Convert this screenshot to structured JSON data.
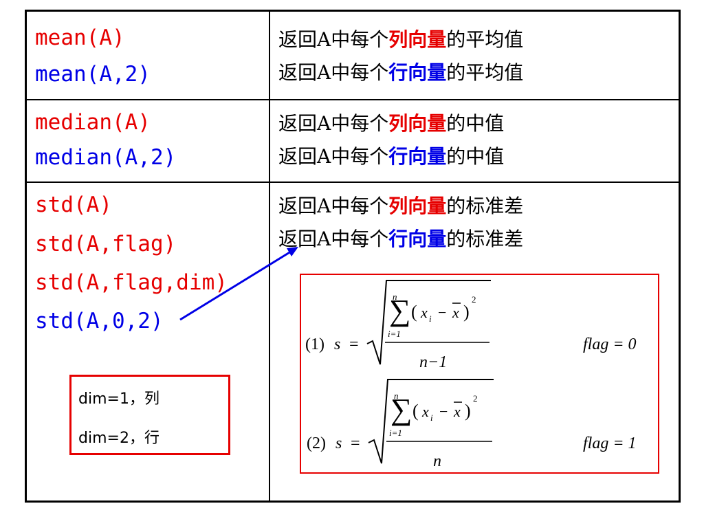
{
  "colors": {
    "red": "#e60000",
    "blue": "#0000e6",
    "border": "#000000"
  },
  "rows": [
    {
      "code": [
        "mean(A)",
        "mean(A,2)"
      ],
      "desc": [
        {
          "pre": "返回A中每个",
          "em": "列向量",
          "post": "的平均值"
        },
        {
          "pre": "返回A中每个",
          "em": "行向量",
          "post": "的平均值"
        }
      ]
    },
    {
      "code": [
        "median(A)",
        "median(A,2)"
      ],
      "desc": [
        {
          "pre": "返回A中每个",
          "em": "列向量",
          "post": "的中值"
        },
        {
          "pre": "返回A中每个",
          "em": "行向量",
          "post": "的中值"
        }
      ]
    },
    {
      "code": [
        "std(A)",
        "std(A,flag)",
        "std(A,flag,dim)",
        "std(A,0,2)"
      ],
      "desc": [
        {
          "pre": "返回A中每个",
          "em": "列向量",
          "post": "的标准差"
        },
        {
          "pre": "返回A中每个",
          "em": "行向量",
          "post": "的标准差"
        }
      ]
    }
  ],
  "dim_legend": [
    "dim=1，列",
    "dim=2，行"
  ],
  "formulas": [
    {
      "label": "(1)",
      "s": "s",
      "eq": "=",
      "sum_top": "n",
      "sum_bot": "i=1",
      "x": "x",
      "i": "i",
      "xbar": "x",
      "sq": "2",
      "denominator": "n−1",
      "flag": "flag = 0"
    },
    {
      "label": "(2)",
      "s": "s",
      "eq": "=",
      "sum_top": "n",
      "sum_bot": "i=1",
      "x": "x",
      "i": "i",
      "xbar": "x",
      "sq": "2",
      "denominator": "n",
      "flag": "flag = 1"
    }
  ]
}
